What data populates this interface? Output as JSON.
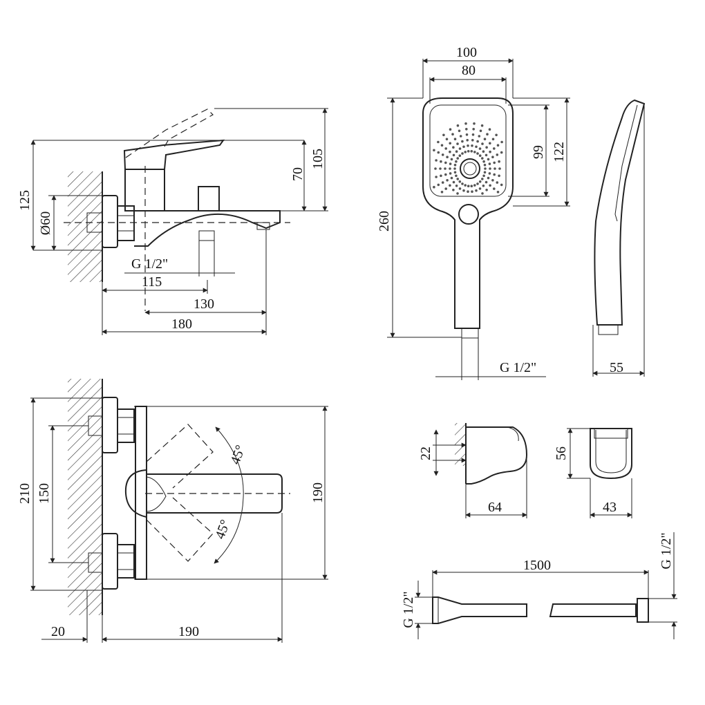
{
  "labels": {
    "d125": "125",
    "d60": "Ø60",
    "d70": "70",
    "d105": "105",
    "g12_mixer": "G 1/2\"",
    "d115": "115",
    "d130": "130",
    "d180": "180",
    "d100": "100",
    "d80": "80",
    "d99": "99",
    "d122": "122",
    "d260": "260",
    "g12_handle": "G 1/2\"",
    "d55": "55",
    "d210": "210",
    "d150": "150",
    "a45_top": "45°",
    "a45_bottom": "45°",
    "d190_right": "190",
    "d20": "20",
    "d190_bottom": "190",
    "d22": "22",
    "d64": "64",
    "d56": "56",
    "d43": "43",
    "d1500": "1500",
    "g12_hose_left": "G 1/2\"",
    "g12_hose_right": "G 1/2\""
  }
}
